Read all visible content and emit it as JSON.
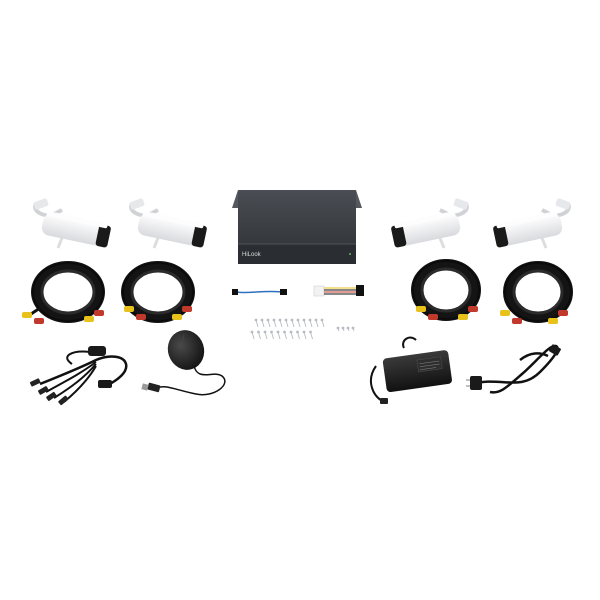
{
  "dvr": {
    "brand_text": "HiLook"
  },
  "colors": {
    "background": "#ffffff",
    "dvr_body": "#3a3d42",
    "camera_white": "#f2f2f2",
    "cable_black": "#141414",
    "bnc_yellow": "#e8c21a",
    "bnc_red": "#c0392b",
    "screw_silver": "#b8bcc2"
  },
  "items": [
    "bullet-camera",
    "bullet-camera",
    "bullet-camera",
    "bullet-camera",
    "coax-cable-coil",
    "coax-cable-coil",
    "coax-cable-coil",
    "coax-cable-coil",
    "dvr-recorder",
    "sata-cable",
    "power-adapter-cable",
    "screw-set",
    "power-splitter-cable",
    "usb-mouse",
    "power-adapter",
    "ac-power-cord"
  ]
}
